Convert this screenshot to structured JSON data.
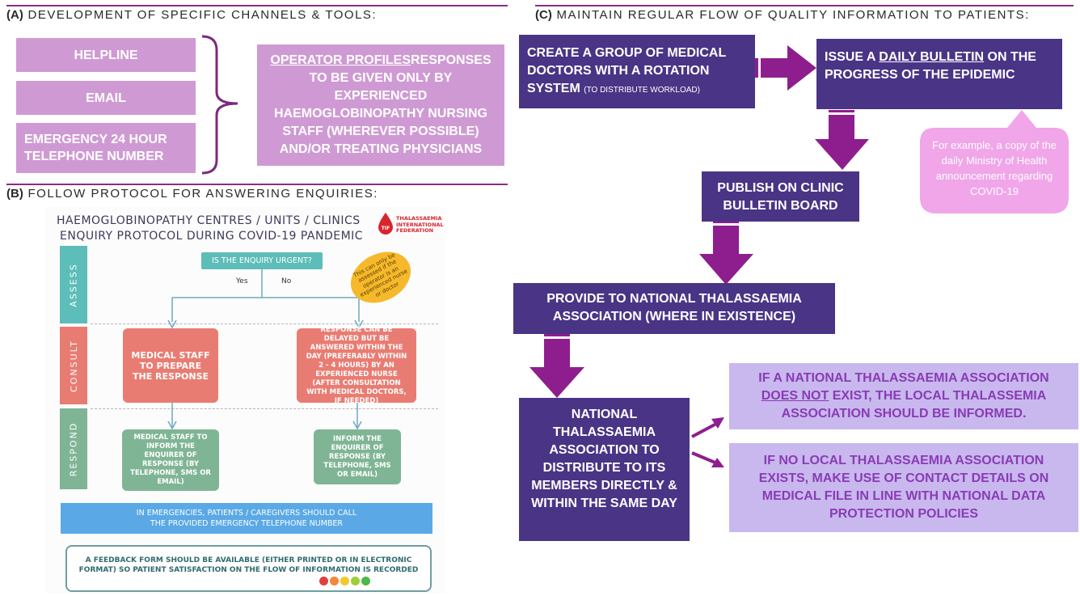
{
  "section_a": {
    "letter": "(A)",
    "title": "DEVELOPMENT OF SPECIFIC CHANNELS & TOOLS:",
    "channels": [
      "HELPLINE",
      "EMAIL",
      "EMERGENCY 24 HOUR TELEPHONE NUMBER"
    ],
    "operator_title": "OPERATOR PROFILES",
    "operator_text": "RESPONSES TO BE GIVEN ONLY BY EXPERIENCED HAEMOGLOBINOPATHY NURSING STAFF (WHEREVER POSSIBLE) AND/OR TREATING PHYSICIANS"
  },
  "section_b": {
    "letter": "(B)",
    "title": "FOLLOW PROTOCOL FOR ANSWERING ENQUIRIES:",
    "heading_line1": "HAEMOGLOBINOPATHY CENTRES / UNITS / CLINICS",
    "heading_line2": "ENQUIRY PROTOCOL DURING COVID-19 PANDEMIC",
    "logo_text": [
      "THALASSAEMIA",
      "INTERNATIONAL",
      "FEDERATION"
    ],
    "logo_mark": "TIF",
    "lanes": [
      "ASSESS",
      "CONSULT",
      "RESPOND"
    ],
    "question": "IS THE ENQUIRY URGENT?",
    "yes": "Yes",
    "no": "No",
    "note": "This can only be assessed if the operator is an experienced nurse or doctor",
    "consult_left": "MEDICAL STAFF TO PREPARE THE RESPONSE",
    "consult_right": "RESPONSE CAN BE DELAYED BUT BE ANSWERED WITHIN THE DAY (PREFERABLY WITHIN 2 - 4 HOURS) BY AN EXPERIENCED NURSE (AFTER CONSULTATION WITH MEDICAL DOCTORS, IF NEEDED)",
    "respond_left": "MEDICAL STAFF TO INFORM THE ENQUIRER OF RESPONSE (BY TELEPHONE, SMS OR EMAIL)",
    "respond_right": "INFORM THE ENQUIRER OF RESPONSE (BY TELEPHONE, SMS OR EMAIL)",
    "emergency_line1": "IN EMERGENCIES, PATIENTS / CAREGIVERS SHOULD CALL",
    "emergency_line2": "THE PROVIDED EMERGENCY TELEPHONE NUMBER",
    "feedback": "A FEEDBACK FORM SHOULD BE AVAILABLE (EITHER PRINTED OR IN ELECTRONIC FORMAT) SO PATIENT SATISFACTION ON THE FLOW OF INFORMATION IS RECORDED",
    "smiley_colors": [
      "#e0413c",
      "#f08a3a",
      "#f3c928",
      "#9ccf3b",
      "#4cb848"
    ]
  },
  "section_c": {
    "letter": "(C)",
    "title": "MAINTAIN REGULAR FLOW OF QUALITY INFORMATION TO PATIENTS:",
    "create_group": "CREATE A GROUP OF MEDICAL DOCTORS WITH A ROTATION SYSTEM",
    "create_group_note": "(TO DISTRIBUTE WORKLOAD)",
    "bulletin_pre": "ISSUE A ",
    "bulletin_underlined": "DAILY BULLETIN",
    "bulletin_post": " ON THE PROGRESS OF THE EPIDEMIC",
    "callout": "For example, a copy of the daily Ministry of Health announcement regarding COVID-19",
    "publish": "PUBLISH ON CLINIC BULLETIN BOARD",
    "provide": "PROVIDE TO NATIONAL THALASSAEMIA ASSOCIATION (WHERE IN EXISTENCE)",
    "distribute": "NATIONAL THALASSAEMIA ASSOCIATION TO DISTRIBUTE TO ITS MEMBERS DIRECTLY & WITHIN THE SAME DAY",
    "if_national_pre": "IF A NATIONAL THALASSAEMIA ASSOCIATION",
    "if_national_underlined": "DOES NOT",
    "if_national_post": " EXIST, THE LOCAL THALASSEMIA ASSOCIATION SHOULD BE INFORMED.",
    "if_local": "IF NO LOCAL THALASSAEMIA ASSOCIATION EXISTS, MAKE USE OF CONTACT DETAILS ON MEDICAL FILE IN LINE WITH NATIONAL DATA PROTECTION POLICIES"
  },
  "colors": {
    "purple_dark": "#4a3486",
    "pink_box": "#cf9ad3",
    "lavender_box": "#c8b8ee",
    "arrow_purple": "#8e1e8e",
    "callout_pink": "#f0a6e8",
    "assess_teal": "#5dbdb8",
    "consult_salmon": "#e97c72",
    "respond_green": "#7fb595",
    "emergency_blue": "#5aa9e6"
  }
}
